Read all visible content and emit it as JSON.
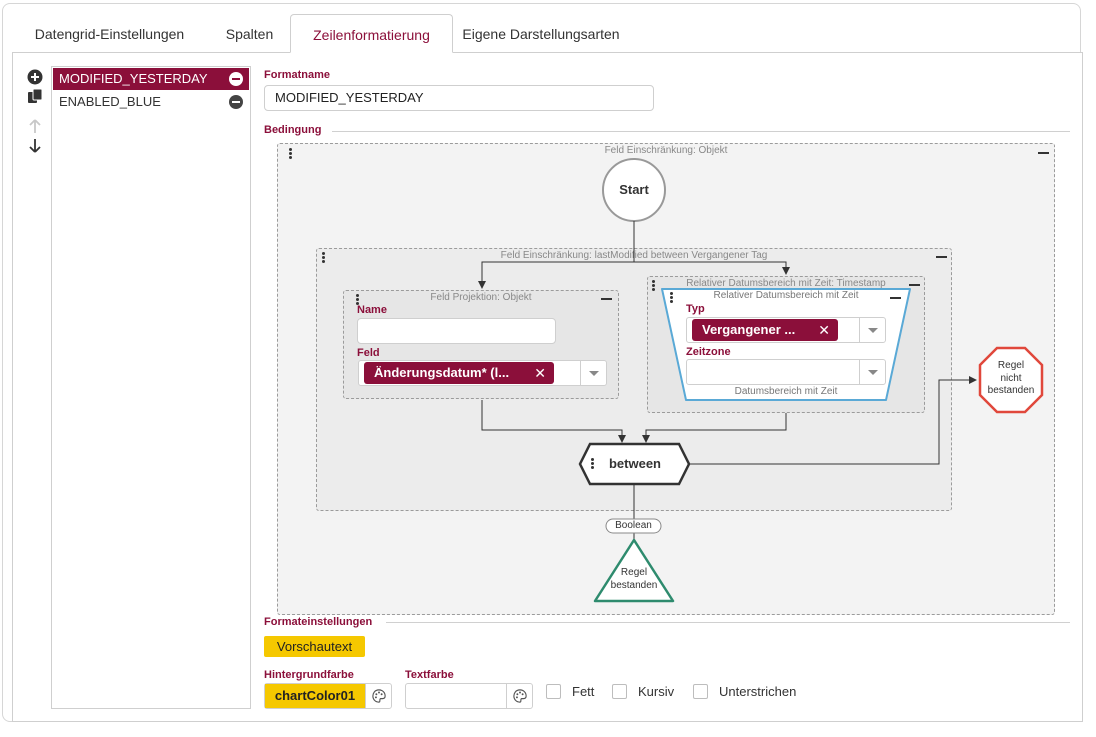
{
  "tabs": [
    {
      "label": "Datengrid-Einstellungen"
    },
    {
      "label": "Spalten"
    },
    {
      "label": "Zeilenformatierung"
    },
    {
      "label": "Eigene Darstellungsarten"
    }
  ],
  "formats": [
    {
      "name": "MODIFIED_YESTERDAY",
      "selected": true
    },
    {
      "name": "ENABLED_BLUE",
      "selected": false
    }
  ],
  "form": {
    "formatname_label": "Formatname",
    "formatname_value": "MODIFIED_YESTERDAY",
    "condition_label": "Bedingung"
  },
  "graph": {
    "root_title": "Feld Einschränkung: Objekt",
    "start_label": "Start",
    "restriction_title": "Feld Einschränkung: lastModified between Vergangener Tag",
    "projection_title": "Feld Projektion: Objekt",
    "name_label": "Name",
    "feld_label": "Feld",
    "feld_chip": "Änderungsdatum* (l...",
    "relative_outer_title": "Relativer Datumsbereich mit Zeit: Timestamp",
    "relative_inner_title": "Relativer Datumsbereich mit Zeit",
    "typ_label": "Typ",
    "typ_chip": "Vergangener ...",
    "zeitzone_label": "Zeitzone",
    "relative_footer": "Datumsbereich mit Zeit",
    "between_label": "between",
    "boolean_label": "Boolean",
    "fail_label_1": "Regel",
    "fail_label_2": "nicht",
    "fail_label_3": "bestanden",
    "pass_label_1": "Regel",
    "pass_label_2": "bestanden"
  },
  "settings": {
    "section_label": "Formateinstellungen",
    "preview_text": "Vorschautext",
    "bg_label": "Hintergrundfarbe",
    "bg_value": "chartColor01",
    "text_color_label": "Textfarbe",
    "text_color_value": "",
    "bold_label": "Fett",
    "italic_label": "Kursiv",
    "underline_label": "Unterstrichen"
  },
  "colors": {
    "accent": "#8b0f3a",
    "highlight": "#f5c800",
    "fail": "#e0473b",
    "pass": "#2e8b6e",
    "relative_border": "#5aa9d6"
  },
  "icons": [
    "add-icon",
    "copy-icon",
    "arrow-up-icon",
    "arrow-down-icon",
    "remove-icon",
    "palette-icon",
    "drag-dots-icon",
    "collapse-icon",
    "close-icon",
    "chevron-down-icon"
  ]
}
